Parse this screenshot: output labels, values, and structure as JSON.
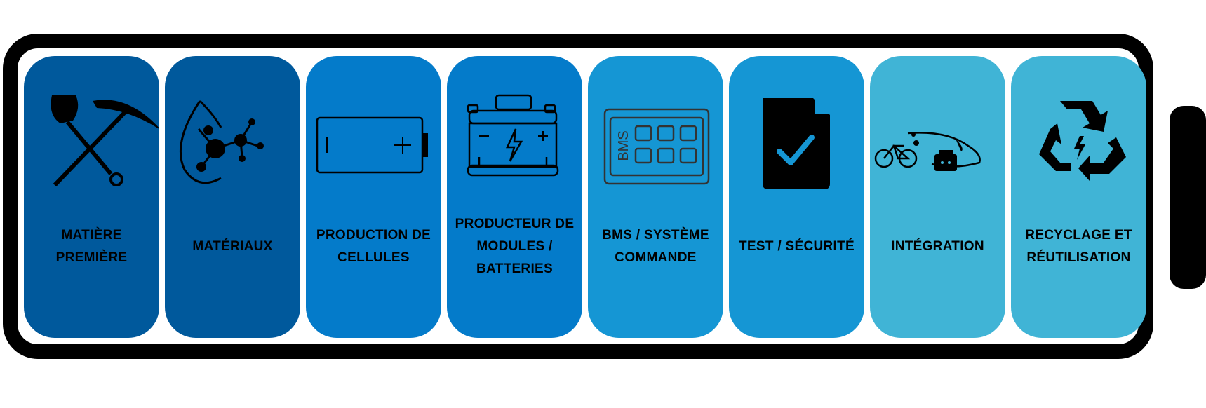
{
  "colors": {
    "frame": "#000000",
    "fill": "#ffffff",
    "stage_colors": [
      "#00599c",
      "#00599c",
      "#047bca",
      "#047bca",
      "#1596d4",
      "#1596d4",
      "#40b4d6",
      "#40b4d6"
    ]
  },
  "stages": [
    {
      "label": "MATIÈRE\nPREMIÈRE",
      "icon": "shovel-pickaxe-icon"
    },
    {
      "label": "MATÉRIAUX",
      "icon": "molecule-drop-icon"
    },
    {
      "label": "PRODUCTION DE\nCELLULES",
      "icon": "battery-cell-icon"
    },
    {
      "label": "PRODUCTEUR DE\nMODULES /\nBATTERIES",
      "icon": "battery-module-icon"
    },
    {
      "label": "BMS / SYSTÈME\nCOMMANDE",
      "icon": "bms-chip-icon"
    },
    {
      "label": "TEST / SÉCURITÉ",
      "icon": "document-check-icon"
    },
    {
      "label": "INTÉGRATION",
      "icon": "vehicles-icon"
    },
    {
      "label": "RECYCLAGE ET\nRÉUTILISATION",
      "icon": "recycle-icon"
    }
  ]
}
